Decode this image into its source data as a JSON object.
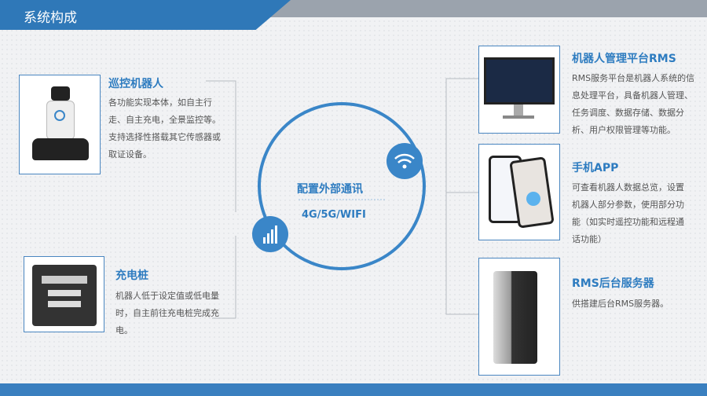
{
  "header": {
    "title": "系统构成"
  },
  "center": {
    "title": "配置外部通讯",
    "subtitle": "4G/5G/WIFI"
  },
  "items": [
    {
      "title": "巡控机器人",
      "desc": "各功能实现本体，如自主行走、自主充电，全景监控等。支持选择性搭载其它传感器或取证设备。"
    },
    {
      "title": "充电桩",
      "desc": "机器人低于设定值或低电量时，自主前往充电桩完成充电。"
    },
    {
      "title": "机器人管理平台RMS",
      "desc": "RMS服务平台是机器人系统的信息处理平台，具备机器人管理、任务调度、数据存储、数据分析、用户权限管理等功能。"
    },
    {
      "title": "手机APP",
      "desc": "可查看机器人数据总览，设置机器人部分参数，使用部分功能（如实时遥控功能和远程通话功能）"
    },
    {
      "title": "RMS后台服务器",
      "desc": "供搭建后台RMS服务器。"
    }
  ],
  "colors": {
    "accent": "#2e7cc0",
    "header": "#2f78b8"
  }
}
